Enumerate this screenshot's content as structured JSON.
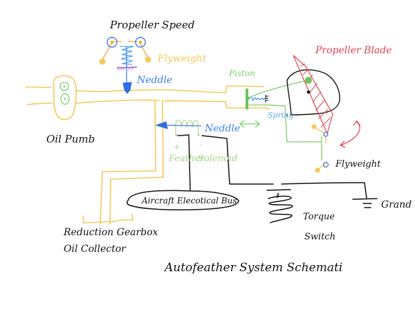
{
  "title": "Autofeather System Schemati",
  "colors": {
    "oil": "#f5c85a",
    "green": "#7ccf6e",
    "blue": "#3f7fe8",
    "lightblue": "#5aa8e8",
    "purple": "#b04ce0",
    "red": "#e0454f",
    "black": "#111111",
    "solenoid": "#a8d48a"
  },
  "labels": {
    "propeller_speed": "Propeller Speed",
    "flyweight_top": "Flyweight",
    "needle_top": "Neddle",
    "oil_pump": "Oil Pumb",
    "piston": "Piston",
    "spring": "Spring",
    "propeller_blade": "Propeller Blade",
    "needle_solenoid": "Neddle",
    "feather_solenoid": "Feather Solenoid",
    "feather": "Feather",
    "solenoid": "Solenoid",
    "plus": "+",
    "minus": "-",
    "flyweight_right": "Flyweight",
    "aircraft_bus": "Aircraft Elecotical Bus",
    "torque_switch_1": "Torque",
    "torque_switch_2": "Switch",
    "ground": "Grand",
    "gearbox_1": "Reduction Gearbox",
    "gearbox_2": "Oil Collector",
    "switch_mark": "1"
  },
  "icons": {
    "flyweight": "flyweight-ball-icon",
    "spring": "spring-icon",
    "needle": "needle-valve-icon",
    "ground": "ground-symbol-icon",
    "rotation": "rotation-arrow-icon",
    "motion": "double-arrow-icon"
  }
}
